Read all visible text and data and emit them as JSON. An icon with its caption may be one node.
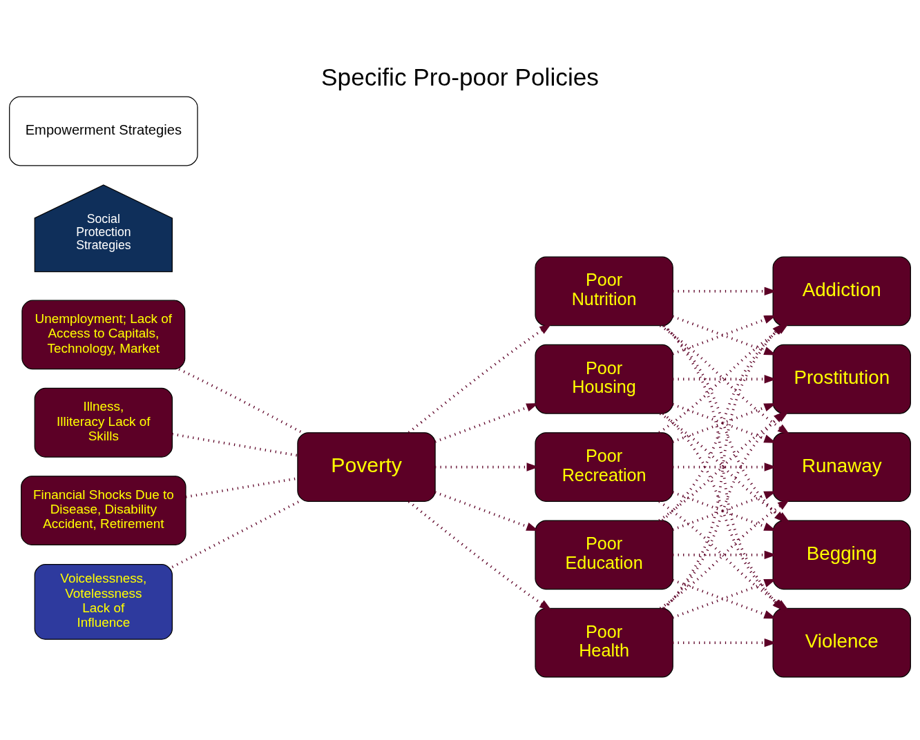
{
  "diagram": {
    "title": "Specific Pro-poor Policies",
    "nodes": [
      {
        "text": [
          "Unemployment; Lack of Access to Capitals, Technology, Market"
        ]
      },
      {
        "text": [
          "Illness, Illiteracy Lack of Skills"
        ]
      },
      {
        "text": [
          "Financial Shocks Due to Disease, Disability Accident, Retirement"
        ]
      },
      {
        "text": [
          "Voicelessness, Votelessness Lack of Influence"
        ]
      },
      {
        "text": [
          "Poverty"
        ]
      },
      {
        "text": [
          "Poor Nutrition"
        ]
      },
      {
        "text": [
          "Poor Housing"
        ]
      },
      {
        "text": [
          "Poor Recreation"
        ]
      },
      {
        "text": [
          "Poor Education"
        ]
      },
      {
        "text": [
          "Poor Health"
        ]
      },
      {
        "text": [
          "Addiction"
        ]
      },
      {
        "text": [
          "Prostitution"
        ]
      },
      {
        "text": [
          "Runaway"
        ]
      },
      {
        "text": [
          "Begging"
        ]
      },
      {
        "text": [
          "Violence"
        ]
      },
      {
        "text": [
          "Social Protection Strategies"
        ]
      },
      {
        "text": [
          "Empowerment Strategies"
        ]
      }
    ],
    "edges": [
      {
        "from": 0,
        "to": 4,
        "arrow": "none"
      },
      {
        "from": 1,
        "to": 4,
        "arrow": "none"
      },
      {
        "from": 2,
        "to": 4,
        "arrow": "none"
      },
      {
        "from": 3,
        "to": 4,
        "arrow": "none"
      },
      {
        "from": 4,
        "to": 5,
        "arrow": "to"
      },
      {
        "from": 4,
        "to": 6,
        "arrow": "to"
      },
      {
        "from": 4,
        "to": 7,
        "arrow": "to"
      },
      {
        "from": 4,
        "to": 8,
        "arrow": "to"
      },
      {
        "from": 4,
        "to": 9,
        "arrow": "to"
      },
      {
        "from": 5,
        "to": 10,
        "arrow": "to"
      },
      {
        "from": 5,
        "to": 11,
        "arrow": "to"
      },
      {
        "from": 5,
        "to": 12,
        "arrow": "to"
      },
      {
        "from": 5,
        "to": 13,
        "arrow": "to"
      },
      {
        "from": 5,
        "to": 14,
        "arrow": "to"
      },
      {
        "from": 6,
        "to": 10,
        "arrow": "to"
      },
      {
        "from": 6,
        "to": 11,
        "arrow": "to"
      },
      {
        "from": 6,
        "to": 12,
        "arrow": "to"
      },
      {
        "from": 6,
        "to": 13,
        "arrow": "to"
      },
      {
        "from": 6,
        "to": 14,
        "arrow": "to"
      },
      {
        "from": 7,
        "to": 10,
        "arrow": "to"
      },
      {
        "from": 7,
        "to": 11,
        "arrow": "to"
      },
      {
        "from": 7,
        "to": 12,
        "arrow": "to"
      },
      {
        "from": 7,
        "to": 13,
        "arrow": "to"
      },
      {
        "from": 7,
        "to": 14,
        "arrow": "to"
      },
      {
        "from": 8,
        "to": 10,
        "arrow": "to"
      },
      {
        "from": 8,
        "to": 11,
        "arrow": "to"
      },
      {
        "from": 8,
        "to": 12,
        "arrow": "to"
      },
      {
        "from": 8,
        "to": 13,
        "arrow": "to"
      },
      {
        "from": 8,
        "to": 14,
        "arrow": "to"
      },
      {
        "from": 9,
        "to": 10,
        "arrow": "to"
      },
      {
        "from": 9,
        "to": 11,
        "arrow": "to"
      },
      {
        "from": 9,
        "to": 12,
        "arrow": "to"
      },
      {
        "from": 9,
        "to": 13,
        "arrow": "to"
      },
      {
        "from": 9,
        "to": 14,
        "arrow": "to"
      }
    ]
  }
}
